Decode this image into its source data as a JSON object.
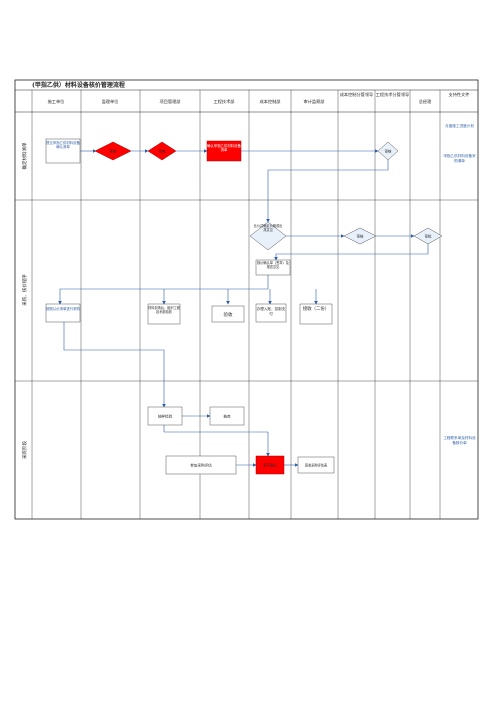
{
  "title": "(甲指乙供）材料设备核价管理流程",
  "columns": [
    "施工单位",
    "监理单位",
    "项目管理部",
    "工程技术部",
    "成本控制部",
    "审计监察部",
    "成本控制分管领导",
    "工程技术分管领导",
    "总经理",
    "支持性文件"
  ],
  "lanes": [
    "确定材料清单",
    "采购、核价程序",
    "采购阶段"
  ],
  "nodes": {
    "submit": "提交甲指乙供材料设备确认清单",
    "check_supervisor": "审核",
    "check_pm": "审核",
    "confirm_tech": "确认甲指乙供材料设备清单",
    "approve_tech_lead": "审核",
    "quote_compare": "比价并确定价格或出具意见",
    "approve_cost_lead": "审核",
    "approve_gm": "审批",
    "confirm_list": "核价确认单（签章）及报送意见",
    "contractor_purchase": "按照认价清单进行采购",
    "pm_arrival": "材料到场后，组织工程技术部验收",
    "tech_accept": "验收",
    "cost_pay": "办理入账，控制支付",
    "audit_accept": "接收（二份）",
    "sample_check": "抽样检验",
    "sample": "抽查",
    "purchase_assess": "参加采购评估",
    "cost_sign": "签字确认",
    "cost_report": "签收采购评估表"
  },
  "support": {
    "docs_1": "月度施工进度计划",
    "docs_2": "甲指乙供材料设备采购清单",
    "docs_3": "工程联系单及材料设备核价单"
  },
  "colors": {
    "line": "#2f5fa8",
    "red": "#ff0000",
    "diamond": "#e8f0fa",
    "border": "#222222",
    "header_bg": "#ffffff"
  }
}
